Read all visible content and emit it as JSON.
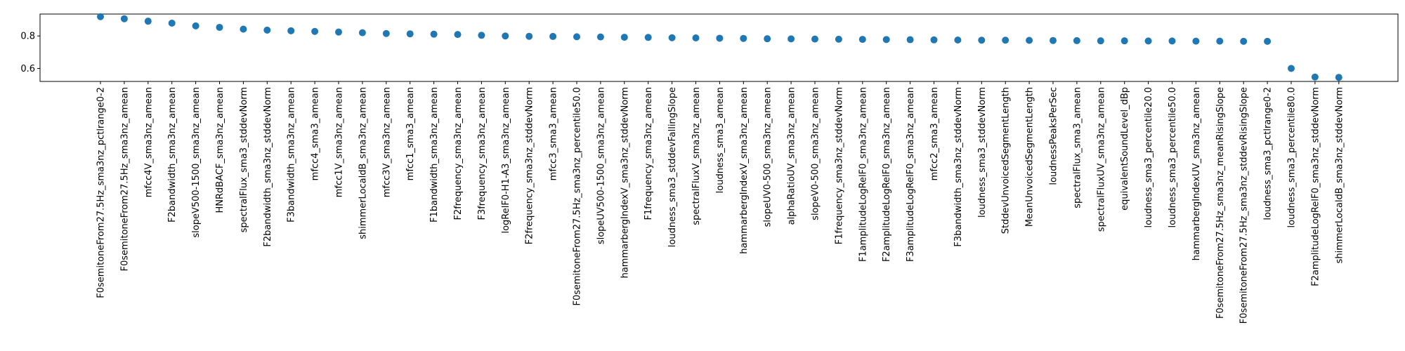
{
  "chart_data": {
    "type": "scatter",
    "title": "",
    "xlabel": "",
    "ylabel": "",
    "ylim": [
      0.52,
      0.935
    ],
    "yticks": [
      0.6,
      0.8
    ],
    "grid": false,
    "legend": "none",
    "marker_color": "#1f77b4",
    "categories": [
      "F0semitoneFrom27.5Hz_sma3nz_pctlrange0-2",
      "F0semitoneFrom27.5Hz_sma3nz_amean",
      "mfcc4V_sma3nz_amean",
      "F2bandwidth_sma3nz_amean",
      "slopeV500-1500_sma3nz_amean",
      "HNRdBACF_sma3nz_amean",
      "spectralFlux_sma3_stddevNorm",
      "F2bandwidth_sma3nz_stddevNorm",
      "F3bandwidth_sma3nz_amean",
      "mfcc4_sma3_amean",
      "mfcc1V_sma3nz_amean",
      "shimmerLocaldB_sma3nz_amean",
      "mfcc3V_sma3nz_amean",
      "mfcc1_sma3_amean",
      "F1bandwidth_sma3nz_amean",
      "F2frequency_sma3nz_amean",
      "F3frequency_sma3nz_amean",
      "logRelF0-H1-A3_sma3nz_amean",
      "F2frequency_sma3nz_stddevNorm",
      "mfcc3_sma3_amean",
      "F0semitoneFrom27.5Hz_sma3nz_percentile50.0",
      "slopeUV500-1500_sma3nz_amean",
      "hammarbergIndexV_sma3nz_stddevNorm",
      "F1frequency_sma3nz_amean",
      "loudness_sma3_stddevFallingSlope",
      "spectralFluxV_sma3nz_amean",
      "loudness_sma3_amean",
      "hammarbergIndexV_sma3nz_amean",
      "slopeUV0-500_sma3nz_amean",
      "alphaRatioUV_sma3nz_amean",
      "slopeV0-500_sma3nz_amean",
      "F1frequency_sma3nz_stddevNorm",
      "F1amplitudeLogRelF0_sma3nz_amean",
      "F2amplitudeLogRelF0_sma3nz_amean",
      "F3amplitudeLogRelF0_sma3nz_amean",
      "mfcc2_sma3_amean",
      "F3bandwidth_sma3nz_stddevNorm",
      "loudness_sma3_stddevNorm",
      "StddevUnvoicedSegmentLength",
      "MeanUnvoicedSegmentLength",
      "loudnessPeaksPerSec",
      "spectralFlux_sma3_amean",
      "spectralFluxUV_sma3nz_amean",
      "equivalentSoundLevel_dBp",
      "loudness_sma3_percentile20.0",
      "loudness_sma3_percentile50.0",
      "hammarbergIndexUV_sma3nz_amean",
      "F0semitoneFrom27.5Hz_sma3nz_meanRisingSlope",
      "F0semitoneFrom27.5Hz_sma3nz_stddevRisingSlope",
      "loudness_sma3_pctlrange0-2",
      "loudness_sma3_percentile80.0",
      "F2amplitudeLogRelF0_sma3nz_stddevNorm",
      "shimmerLocaldB_sma3nz_stddevNorm"
    ],
    "values": [
      0.919,
      0.906,
      0.891,
      0.879,
      0.862,
      0.853,
      0.842,
      0.836,
      0.832,
      0.828,
      0.824,
      0.82,
      0.815,
      0.813,
      0.811,
      0.809,
      0.804,
      0.8,
      0.798,
      0.797,
      0.795,
      0.794,
      0.792,
      0.791,
      0.789,
      0.788,
      0.786,
      0.785,
      0.783,
      0.782,
      0.781,
      0.78,
      0.779,
      0.778,
      0.777,
      0.776,
      0.775,
      0.774,
      0.774,
      0.773,
      0.772,
      0.771,
      0.77,
      0.77,
      0.769,
      0.769,
      0.768,
      0.768,
      0.767,
      0.767,
      0.6,
      0.547,
      0.545
    ]
  }
}
